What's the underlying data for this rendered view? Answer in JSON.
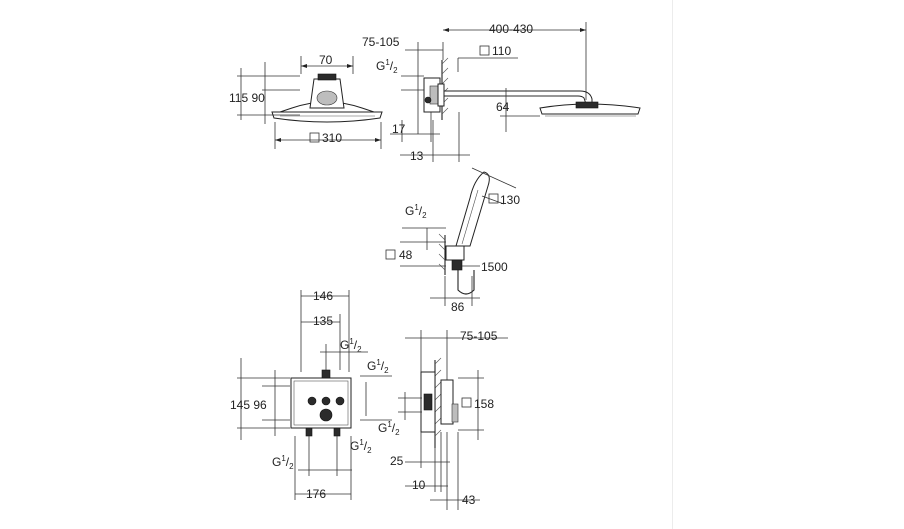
{
  "diagram": {
    "top_left_view": {
      "width": "310",
      "top_width": "70",
      "heights": "115 90"
    },
    "top_right_view": {
      "wall_depth": "75-105",
      "arm_length": "400-430",
      "plate": "110",
      "thread_g": "G",
      "thread_sup": "1",
      "thread_sub": "2",
      "drop": "64",
      "offset_17": "17",
      "offset_13": "13"
    },
    "hand_shower_view": {
      "thread_g": "G",
      "thread_sup": "1",
      "thread_sub": "2",
      "head": "130",
      "holder": "48",
      "hose": "1500",
      "spacing": "86"
    },
    "valve_front_view": {
      "w146": "146",
      "w135": "135",
      "w176": "176",
      "heights": "145 96",
      "thread_top_g": "G",
      "thread_sup": "1",
      "thread_sub": "2"
    },
    "valve_side_view": {
      "depth": "75-105",
      "plate": "158",
      "d25": "25",
      "d10": "10",
      "d43": "43"
    }
  }
}
